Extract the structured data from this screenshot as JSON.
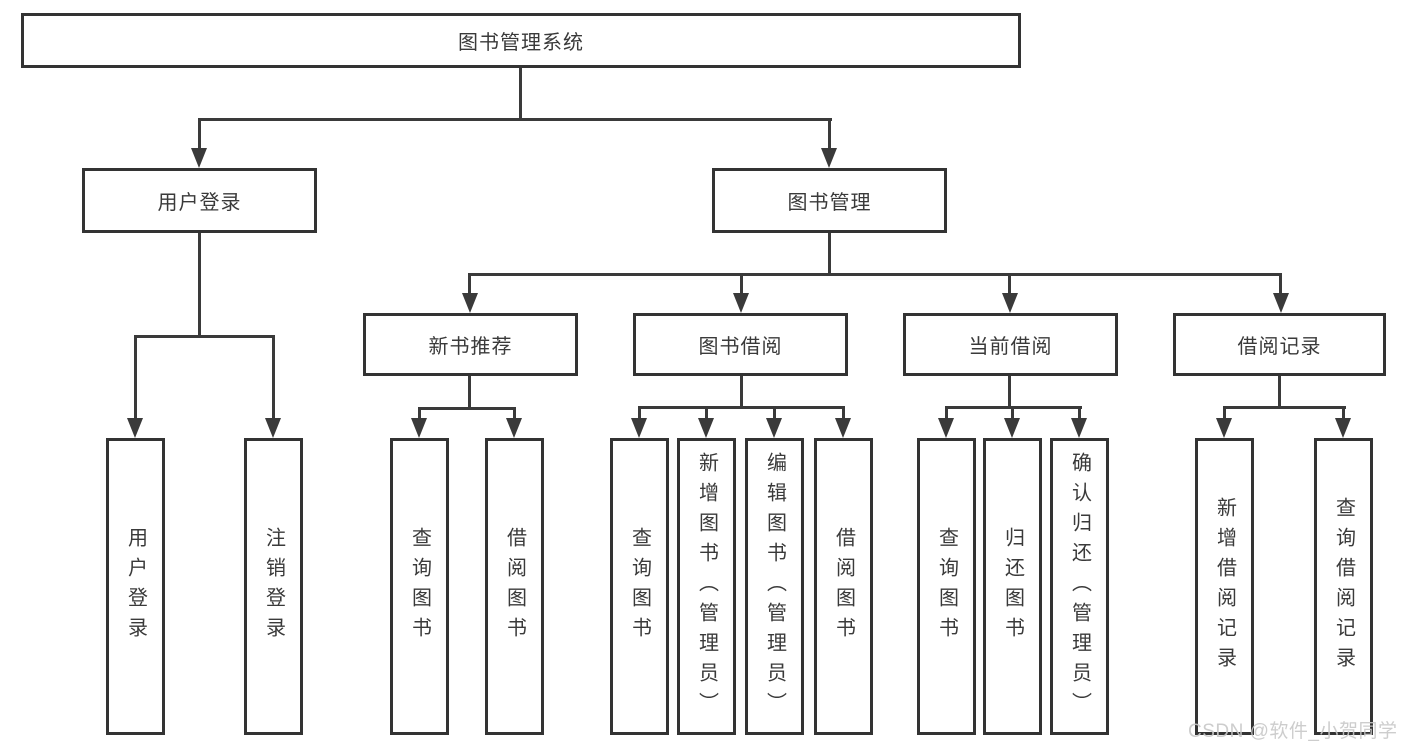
{
  "diagram": {
    "root": {
      "label": "图书管理系统"
    },
    "branches": [
      {
        "label": "用户登录",
        "children": [
          {
            "label": "用户登录"
          },
          {
            "label": "注销登录"
          }
        ]
      },
      {
        "label": "图书管理",
        "children": [
          {
            "label": "新书推荐",
            "children": [
              {
                "label": "查询图书"
              },
              {
                "label": "借阅图书"
              }
            ]
          },
          {
            "label": "图书借阅",
            "children": [
              {
                "label": "查询图书"
              },
              {
                "label": "新增图书（管理员）"
              },
              {
                "label": "编辑图书（管理员）"
              },
              {
                "label": "借阅图书"
              }
            ]
          },
          {
            "label": "当前借阅",
            "children": [
              {
                "label": "查询图书"
              },
              {
                "label": "归还图书"
              },
              {
                "label": "确认归还（管理员）"
              }
            ]
          },
          {
            "label": "借阅记录",
            "children": [
              {
                "label": "新增借阅记录"
              },
              {
                "label": "查询借阅记录"
              }
            ]
          }
        ]
      }
    ]
  },
  "watermark": {
    "text": "CSDN @软件_小贺同学"
  },
  "colors": {
    "line": "#3a3a3a",
    "box_border": "#333333",
    "text": "#3a3a3a",
    "watermark": "#c8c8c8",
    "background": "#ffffff"
  }
}
